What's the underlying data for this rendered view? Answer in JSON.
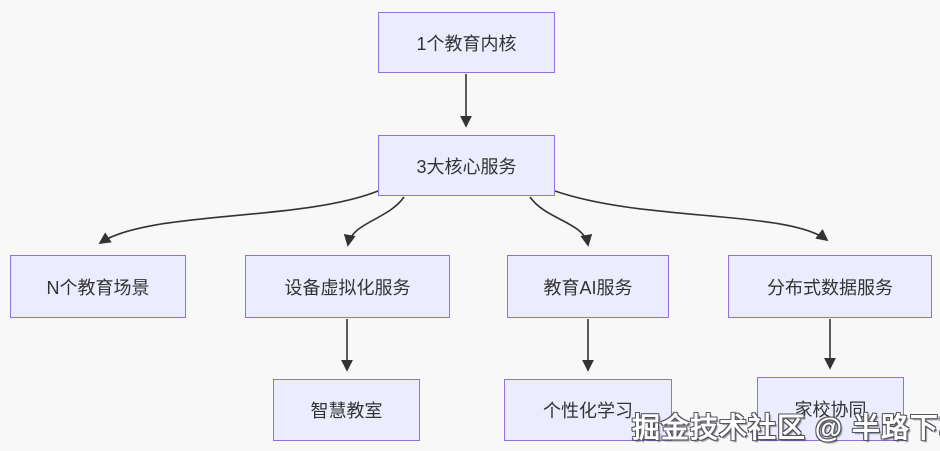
{
  "diagram": {
    "type": "flowchart-top-down",
    "nodes": {
      "kernel": {
        "label": "1个教育内核"
      },
      "core": {
        "label": "3大核心服务"
      },
      "scenes": {
        "label": "N个教育场景"
      },
      "device": {
        "label": "设备虚拟化服务"
      },
      "ai": {
        "label": "教育AI服务"
      },
      "distributed": {
        "label": "分布式数据服务"
      },
      "classroom": {
        "label": "智慧教室"
      },
      "personalized": {
        "label": "个性化学习"
      },
      "homeschool": {
        "label": "家校协同"
      }
    },
    "edges": [
      {
        "from": "kernel",
        "to": "core"
      },
      {
        "from": "core",
        "to": "scenes"
      },
      {
        "from": "core",
        "to": "device"
      },
      {
        "from": "core",
        "to": "ai"
      },
      {
        "from": "core",
        "to": "distributed"
      },
      {
        "from": "device",
        "to": "classroom"
      },
      {
        "from": "ai",
        "to": "personalized"
      },
      {
        "from": "distributed",
        "to": "homeschool"
      }
    ],
    "colors": {
      "background": "#f8f8f8",
      "node_fill": "#ececff",
      "node_border": "#9370db",
      "node_text": "#333333",
      "edge_line": "#333333"
    }
  },
  "watermark": {
    "text": "掘金技术社区 @ 半路下车"
  }
}
